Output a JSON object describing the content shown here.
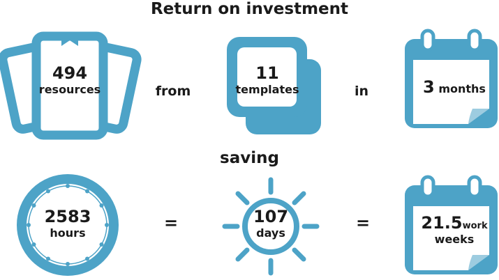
{
  "title": "Return on investment",
  "saving_label": "saving",
  "colors": {
    "accent": "#4da3c7",
    "text": "#1a1a1a"
  },
  "row1": {
    "resources": {
      "value": "494",
      "unit": "resources",
      "icon": "cards-icon"
    },
    "from_label": "from",
    "templates": {
      "value": "11",
      "unit": "templates",
      "icon": "stacked-pages-icon"
    },
    "in_label": "in",
    "duration": {
      "value": "3",
      "unit": "months",
      "icon": "calendar-icon"
    }
  },
  "row2": {
    "hours": {
      "value": "2583",
      "unit": "hours",
      "icon": "clock-icon"
    },
    "equals_1": "=",
    "days": {
      "value": "107",
      "unit": "days",
      "icon": "sun-icon"
    },
    "equals_2": "=",
    "weeks": {
      "value": "21.5",
      "unit_1": "work",
      "unit_2": "weeks",
      "icon": "calendar-icon"
    }
  }
}
